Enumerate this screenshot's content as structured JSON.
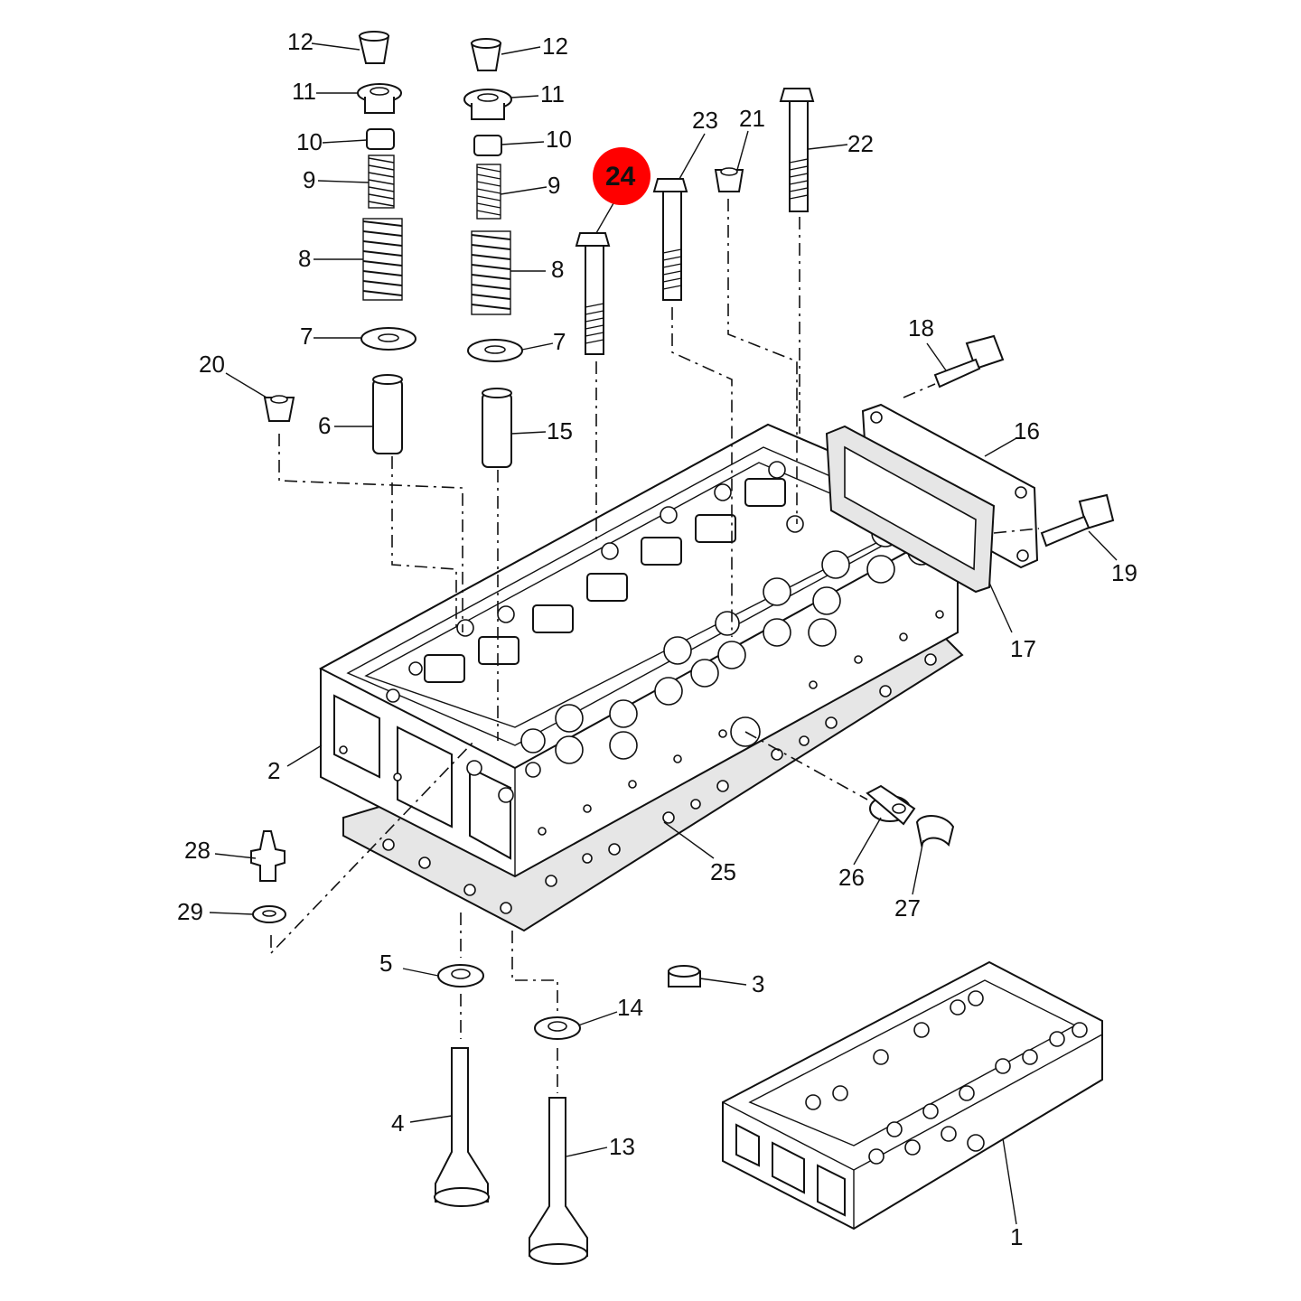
{
  "diagram": {
    "highlight_color": "#ff0000",
    "callouts": [
      {
        "id": "c1",
        "label": "1"
      },
      {
        "id": "c2",
        "label": "2"
      },
      {
        "id": "c3",
        "label": "3"
      },
      {
        "id": "c4",
        "label": "4"
      },
      {
        "id": "c5",
        "label": "5"
      },
      {
        "id": "c6",
        "label": "6"
      },
      {
        "id": "c7a",
        "label": "7"
      },
      {
        "id": "c7b",
        "label": "7"
      },
      {
        "id": "c8a",
        "label": "8"
      },
      {
        "id": "c8b",
        "label": "8"
      },
      {
        "id": "c9a",
        "label": "9"
      },
      {
        "id": "c9b",
        "label": "9"
      },
      {
        "id": "c10a",
        "label": "10"
      },
      {
        "id": "c10b",
        "label": "10"
      },
      {
        "id": "c11a",
        "label": "11"
      },
      {
        "id": "c11b",
        "label": "11"
      },
      {
        "id": "c12a",
        "label": "12"
      },
      {
        "id": "c12b",
        "label": "12"
      },
      {
        "id": "c13",
        "label": "13"
      },
      {
        "id": "c14",
        "label": "14"
      },
      {
        "id": "c15",
        "label": "15"
      },
      {
        "id": "c16",
        "label": "16"
      },
      {
        "id": "c17",
        "label": "17"
      },
      {
        "id": "c18",
        "label": "18"
      },
      {
        "id": "c19",
        "label": "19"
      },
      {
        "id": "c20",
        "label": "20"
      },
      {
        "id": "c21",
        "label": "21"
      },
      {
        "id": "c22",
        "label": "22"
      },
      {
        "id": "c23",
        "label": "23"
      },
      {
        "id": "c24",
        "label": "24"
      },
      {
        "id": "c25",
        "label": "25"
      },
      {
        "id": "c26",
        "label": "26"
      },
      {
        "id": "c27",
        "label": "27"
      },
      {
        "id": "c28",
        "label": "28"
      },
      {
        "id": "c29",
        "label": "29"
      }
    ]
  }
}
